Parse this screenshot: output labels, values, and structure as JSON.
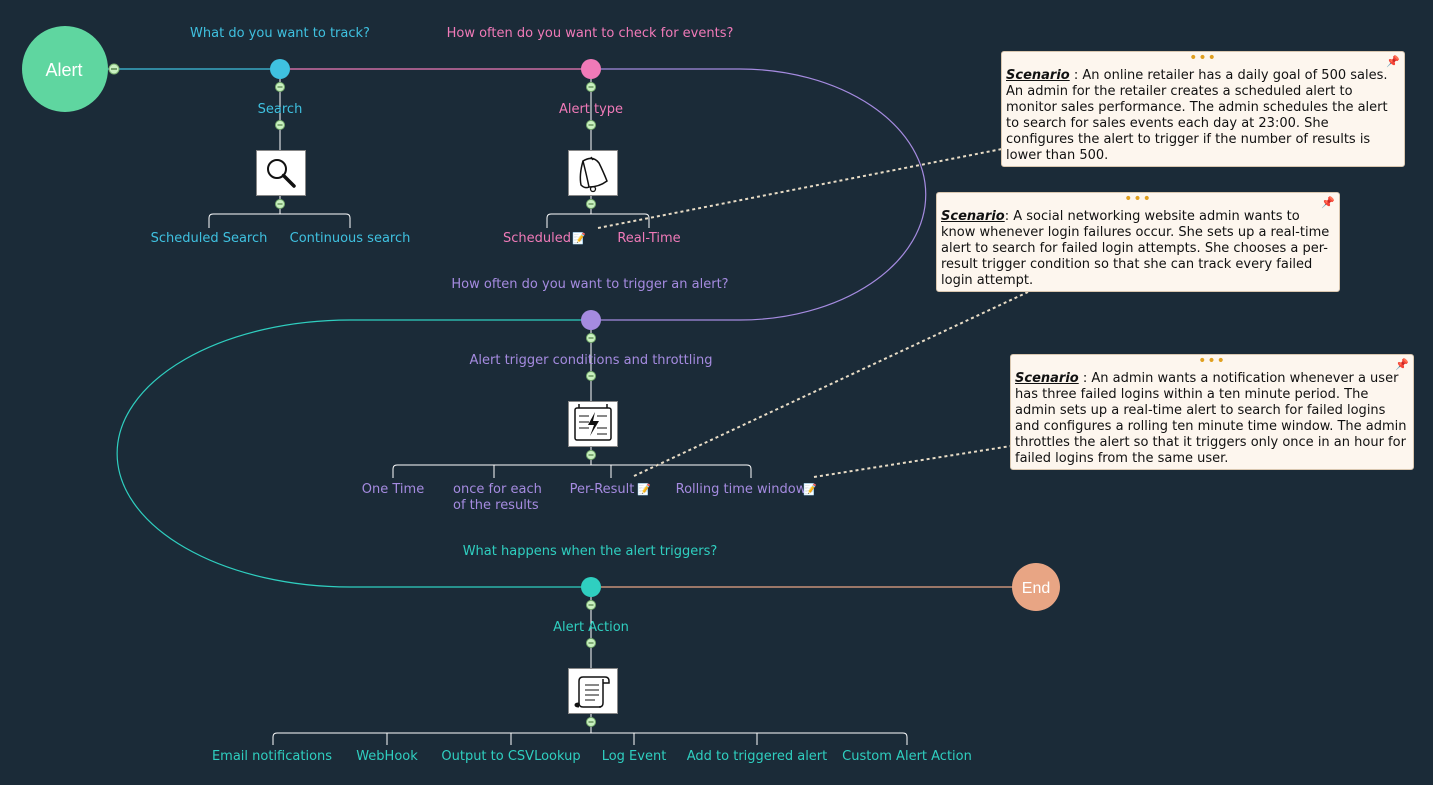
{
  "colors": {
    "background": "#1b2b38",
    "track": "#3fc1e0",
    "check": "#f07ab8",
    "trigger": "#a58be0",
    "action": "#2fcfc0",
    "start": "#5fd6a0",
    "end": "#e8a584"
  },
  "start_node": "Alert",
  "end_node": "End",
  "questions": {
    "track": "What do you want to track?",
    "check": "How often do you want to check for events?",
    "trigger": "How often do you want to trigger an alert?",
    "action": "What happens when the alert triggers?"
  },
  "stages": {
    "search": {
      "label": "Search",
      "icon": "magnifier-icon",
      "children": [
        "Scheduled Search",
        "Continuous search"
      ]
    },
    "alert_type": {
      "label": "Alert type",
      "icon": "bell-icon",
      "children": [
        "Scheduled",
        "Real-Time"
      ]
    },
    "trigger": {
      "label": "Alert trigger conditions and throttling",
      "icon": "lightning-document-icon",
      "children": [
        "One Time",
        "once for each",
        "of the results",
        "Per-Result",
        "Rolling time window"
      ]
    },
    "action": {
      "label": "Alert Action",
      "icon": "scroll-icon",
      "children": [
        "Email notifications",
        "WebHook",
        "Output to CSVLookup",
        "Log Event",
        "Add to triggered alert",
        "Custom Alert Action"
      ]
    }
  },
  "note_marker": "📝",
  "notes": [
    {
      "keyword": "Scenario",
      "separator": " : ",
      "text": "An online retailer has a daily goal of 500 sales. An admin for the retailer creates a scheduled alert to monitor sales performance. The admin schedules the alert to search for sales events each day at 23:00. She configures the alert to trigger if the number of results is lower than 500."
    },
    {
      "keyword": "Scenario",
      "separator": ": ",
      "text": "A social networking website admin wants to know whenever login failures occur. She sets up a real-time alert to search for failed login attempts. She chooses a per-result trigger condition so that she can track every failed login attempt."
    },
    {
      "keyword": "Scenario",
      "separator": " : ",
      "text": "An admin wants a notification whenever a user has three failed logins within a ten minute period. The admin sets up a real-time alert to search for failed logins and configures a rolling ten minute time window. The admin throttles the alert so that it triggers only once in an hour for failed logins from the same user."
    }
  ]
}
